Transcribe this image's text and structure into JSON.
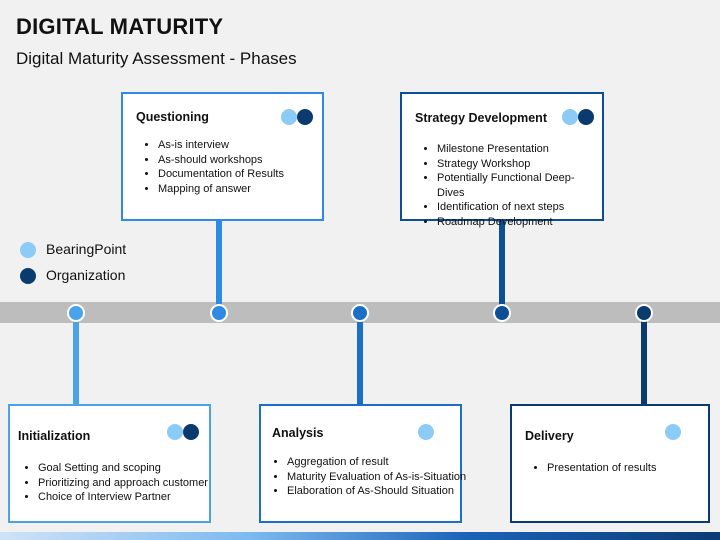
{
  "header": {
    "title": "DIGITAL MATURITY",
    "subtitle": "Digital Maturity Assessment - Phases"
  },
  "legend": {
    "items": [
      {
        "label": "BearingPoint",
        "color": "#8ccbf5"
      },
      {
        "label": "Organization",
        "color": "#0a3a6e"
      }
    ]
  },
  "colors": {
    "light_blue": "#8ccbf5",
    "mid_blue": "#3d9be9",
    "blue": "#1b6fc4",
    "dark_blue": "#0d4f94",
    "navy": "#0a3a6e",
    "timeline": "#bdbdbd"
  },
  "phases": [
    {
      "title": "Initialization",
      "color": "#4aa3e8",
      "dots": [
        "#8ccbf5",
        "#0a3a6e"
      ],
      "items": [
        "Goal Setting and scoping",
        "Prioritizing and approach customer",
        "Choice of Interview Partner"
      ]
    },
    {
      "title": "Questioning",
      "color": "#2f8ae3",
      "dots": [
        "#8ccbf5",
        "#0a3a6e"
      ],
      "items": [
        "As-is interview",
        "As-should workshops",
        "Documentation of Results",
        "Mapping of answer"
      ]
    },
    {
      "title": "Analysis",
      "color": "#1b6fc4",
      "dots": [
        "#8ccbf5"
      ],
      "items": [
        "Aggregation of result",
        "Maturity Evaluation of As-is-Situation",
        "Elaboration of As-Should Situation"
      ]
    },
    {
      "title": "Strategy Development",
      "color": "#0d4f94",
      "dots": [
        "#8ccbf5",
        "#0a3a6e"
      ],
      "items": [
        "Milestone Presentation",
        "Strategy Workshop",
        "Potentially Functional Deep-Dives",
        "Identification of next steps",
        "Roadmap Development"
      ]
    },
    {
      "title": "Delivery",
      "color": "#0a3a6e",
      "dots": [
        "#8ccbf5"
      ],
      "items": [
        "Presentation of results"
      ]
    }
  ]
}
